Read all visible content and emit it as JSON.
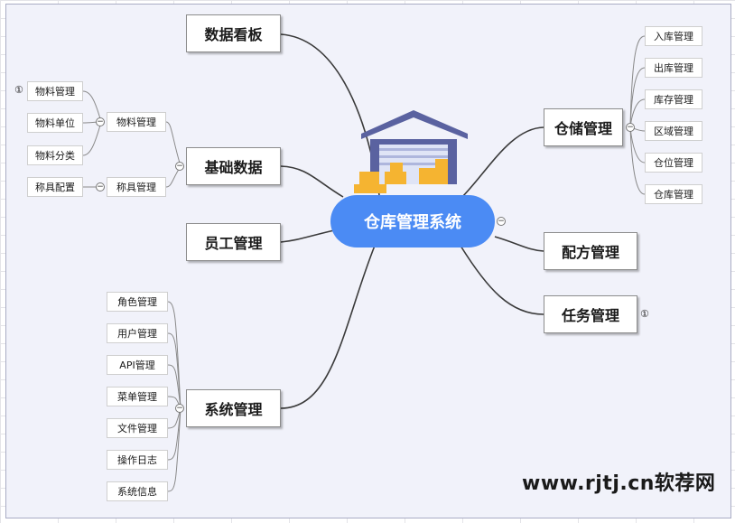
{
  "center": {
    "label": "仓库管理系统"
  },
  "left": {
    "dashboard": {
      "label": "数据看板"
    },
    "basic_data": {
      "label": "基础数据",
      "materials": {
        "label": "物料管理",
        "children": [
          "物料管理",
          "物料单位",
          "物料分类"
        ],
        "first_badge": "①"
      },
      "scale": {
        "label": "称具管理",
        "children": [
          "称具配置"
        ]
      }
    },
    "staff": {
      "label": "员工管理"
    },
    "system": {
      "label": "系统管理",
      "children": [
        "角色管理",
        "用户管理",
        "API管理",
        "菜单管理",
        "文件管理",
        "操作日志",
        "系统信息"
      ]
    }
  },
  "right": {
    "warehouse": {
      "label": "仓储管理",
      "children": [
        "入库管理",
        "出库管理",
        "库存管理",
        "区域管理",
        "仓位管理",
        "仓库管理"
      ]
    },
    "formula": {
      "label": "配方管理"
    },
    "task": {
      "label": "任务管理",
      "badge": "①"
    }
  },
  "toggle_symbol": "−",
  "watermark": "www.rjtj.cn软荐网",
  "colors": {
    "center": "#4b8bf4",
    "line": "#3a3a3a",
    "roof": "#5a62a0",
    "boxes": "#f5b431"
  }
}
